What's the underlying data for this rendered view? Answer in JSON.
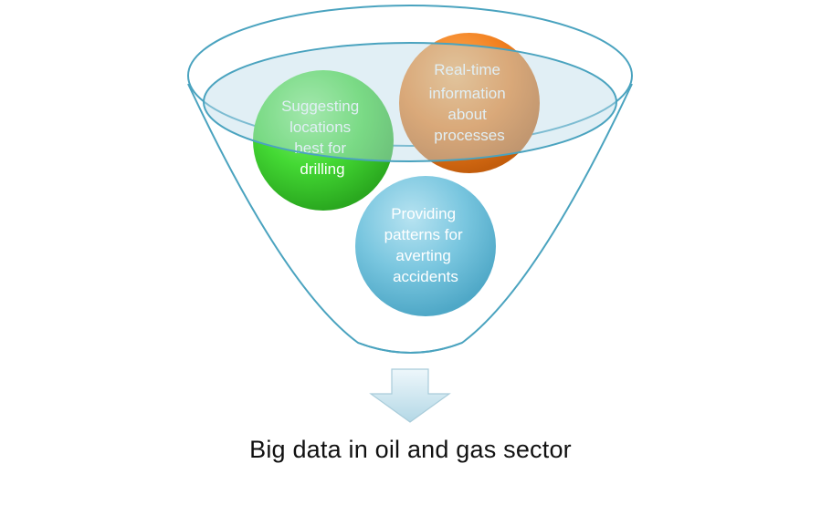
{
  "diagram": {
    "bubbles": [
      {
        "id": "green",
        "lines": [
          "Suggesting",
          "locations",
          "best for",
          "drilling"
        ]
      },
      {
        "id": "orange",
        "lines": [
          "Real-time",
          "information",
          "about",
          "processes"
        ]
      },
      {
        "id": "blue",
        "lines": [
          "Providing",
          "patterns for",
          "averting",
          "accidents"
        ]
      }
    ],
    "caption": "Big data in oil and gas sector"
  },
  "colors": {
    "funnel_outline": "#4aa3bf",
    "green_bubble": "#3bd62e",
    "orange_bubble": "#f07c1c",
    "blue_bubble": "#6fc2dc",
    "arrow": "#c9e3ee"
  },
  "icons": {
    "down_arrow": "down-arrow-icon"
  }
}
